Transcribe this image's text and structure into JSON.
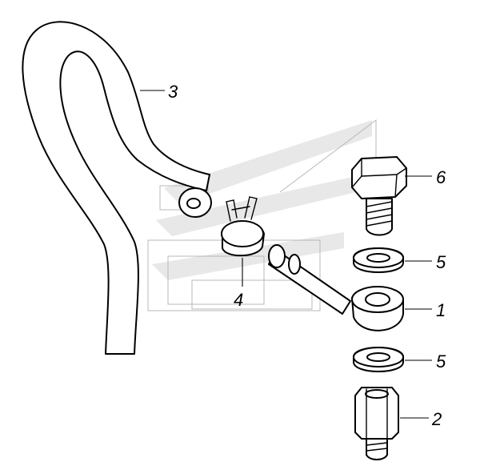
{
  "callouts": [
    {
      "id": "1",
      "label": "1"
    },
    {
      "id": "2",
      "label": "2"
    },
    {
      "id": "3",
      "label": "3"
    },
    {
      "id": "4",
      "label": "4"
    },
    {
      "id": "5a",
      "label": "5"
    },
    {
      "id": "5b",
      "label": "5"
    },
    {
      "id": "6",
      "label": "6"
    }
  ],
  "colors": {
    "line": "#000000",
    "watermark": "#b8b8b8"
  }
}
